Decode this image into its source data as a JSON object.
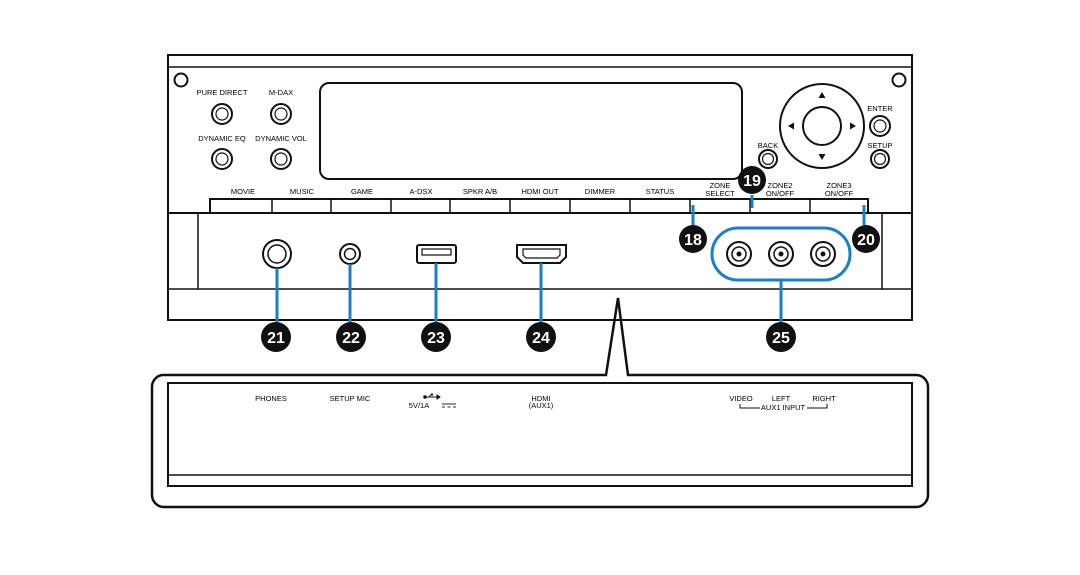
{
  "front_panel": {
    "top_buttons": {
      "pure_direct": "PURE DIRECT",
      "m_dax": "M-DAX",
      "dynamic_eq": "DYNAMIC EQ",
      "dynamic_vol": "DYNAMIC VOL"
    },
    "nav": {
      "enter": "ENTER",
      "back": "BACK",
      "setup": "SETUP"
    },
    "function_buttons": [
      "MOVIE",
      "MUSIC",
      "GAME",
      "A-DSX",
      "SPKR A/B",
      "HDMI OUT",
      "DIMMER",
      "STATUS"
    ],
    "zone_buttons": [
      {
        "line1": "ZONE",
        "line2": "SELECT"
      },
      {
        "line1": "ZONE2",
        "line2": "ON/OFF"
      },
      {
        "line1": "ZONE3",
        "line2": "ON/OFF"
      }
    ]
  },
  "callouts": [
    "18",
    "19",
    "20",
    "21",
    "22",
    "23",
    "24",
    "25"
  ],
  "detail_labels": {
    "phones": "PHONES",
    "setup_mic": "SETUP MIC",
    "usb_rating": "5V/1A",
    "hdmi_line1": "HDMI",
    "hdmi_line2": "(AUX1)",
    "video": "VIDEO",
    "left": "LEFT",
    "right": "RIGHT",
    "aux1_input": "AUX1 INPUT"
  },
  "colors": {
    "highlight": "#1a7fc7",
    "line": "#111111",
    "panel": "#ffffff",
    "callout_bg": "#111111",
    "callout_text": "#ffffff"
  },
  "icons": [
    "usb-icon",
    "dc-symbol-icon",
    "arrow-up-icon",
    "arrow-down-icon",
    "arrow-left-icon",
    "arrow-right-icon"
  ]
}
